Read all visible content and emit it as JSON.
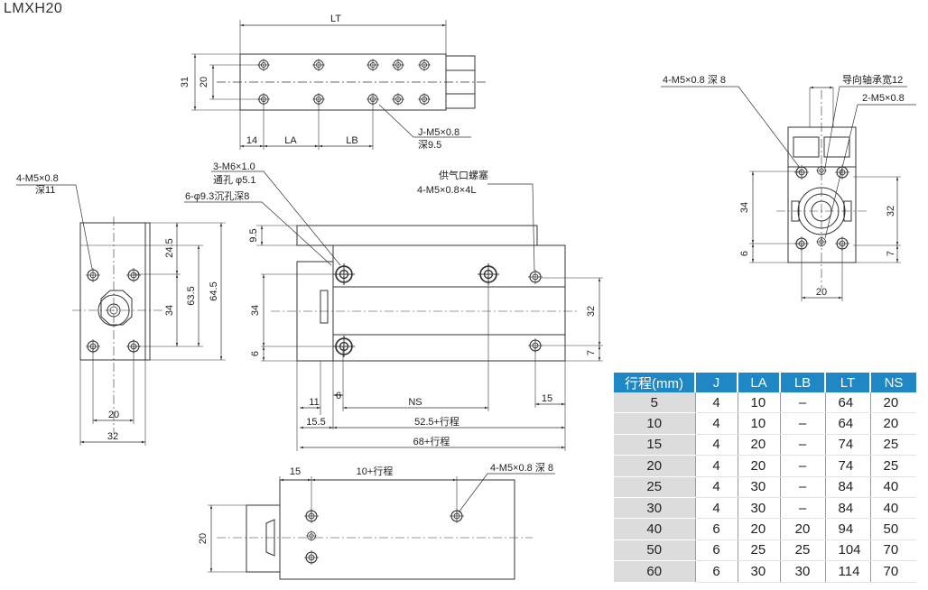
{
  "model": "LMXH20",
  "top_view": {
    "lt": "LT",
    "h31": "31",
    "h20": "20",
    "d14": "14",
    "la": "LA",
    "lb": "LB",
    "j_spec": "J-M5×0.8",
    "j_depth": "深9.5"
  },
  "left_view": {
    "c1": "4-M5×0.8",
    "c2": "深11",
    "d245": "24.5",
    "d635": "63.5",
    "d645": "64.5",
    "d34": "34",
    "d20": "20",
    "d32": "32"
  },
  "side_view": {
    "c1": "3-M6×1.0",
    "c2": "通孔 φ5.1",
    "c3": "6-φ9.3沉孔深8",
    "c4": "供气口螺塞",
    "c5": "4-M5×0.8×4L",
    "d95": "9.5",
    "d34": "34",
    "d6": "6",
    "d32": "32",
    "d7": "7",
    "d11": "11",
    "d6b": "6",
    "ns": "NS",
    "d15": "15",
    "d155": "15.5",
    "d525": "52.5+行程",
    "d68": "68+行程"
  },
  "bottom_view": {
    "d15": "15",
    "d10": "10+行程",
    "c1": "4-M5×0.8 深 8",
    "d20": "20"
  },
  "end_view": {
    "c1": "4-M5×0.8 深 8",
    "c2": "导向轴承宽12",
    "c3": "2-M5×0.8",
    "d34": "34",
    "d6": "6",
    "d32": "32",
    "d7": "7",
    "d20": "20"
  },
  "table": {
    "headers": [
      "行程(mm)",
      "J",
      "LA",
      "LB",
      "LT",
      "NS"
    ],
    "rows": [
      [
        "5",
        "4",
        "10",
        "–",
        "64",
        "20"
      ],
      [
        "10",
        "4",
        "10",
        "–",
        "64",
        "20"
      ],
      [
        "15",
        "4",
        "20",
        "–",
        "74",
        "25"
      ],
      [
        "20",
        "4",
        "20",
        "–",
        "74",
        "25"
      ],
      [
        "25",
        "4",
        "30",
        "–",
        "84",
        "40"
      ],
      [
        "30",
        "4",
        "30",
        "–",
        "84",
        "40"
      ],
      [
        "40",
        "6",
        "20",
        "20",
        "94",
        "50"
      ],
      [
        "50",
        "6",
        "25",
        "25",
        "104",
        "70"
      ],
      [
        "60",
        "6",
        "30",
        "30",
        "114",
        "70"
      ]
    ]
  }
}
